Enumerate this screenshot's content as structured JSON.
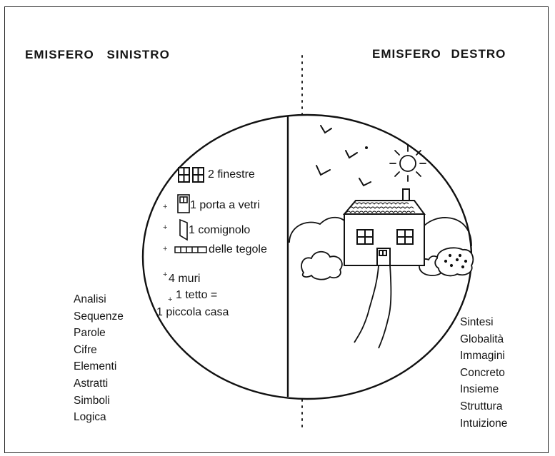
{
  "headings": {
    "left": "EMISFERO SINISTRO",
    "right": "EMISFERO DESTRO"
  },
  "left_items": {
    "windows": "2 finestre",
    "door": "1 porta a vetri",
    "chimney": "1 comignolo",
    "tiles": "delle tegole",
    "walls": "4 muri",
    "roof": "1 tetto =",
    "house": "1 piccola casa"
  },
  "left_list": [
    "Analisi",
    "Sequenze",
    "Parole",
    "Cifre",
    "Elementi",
    "Astratti",
    "Simboli",
    "Logica"
  ],
  "right_list": [
    "Sintesi",
    "Globalità",
    "Immagini",
    "Concreto",
    "Insieme",
    "Struttura",
    "Intuizione"
  ]
}
